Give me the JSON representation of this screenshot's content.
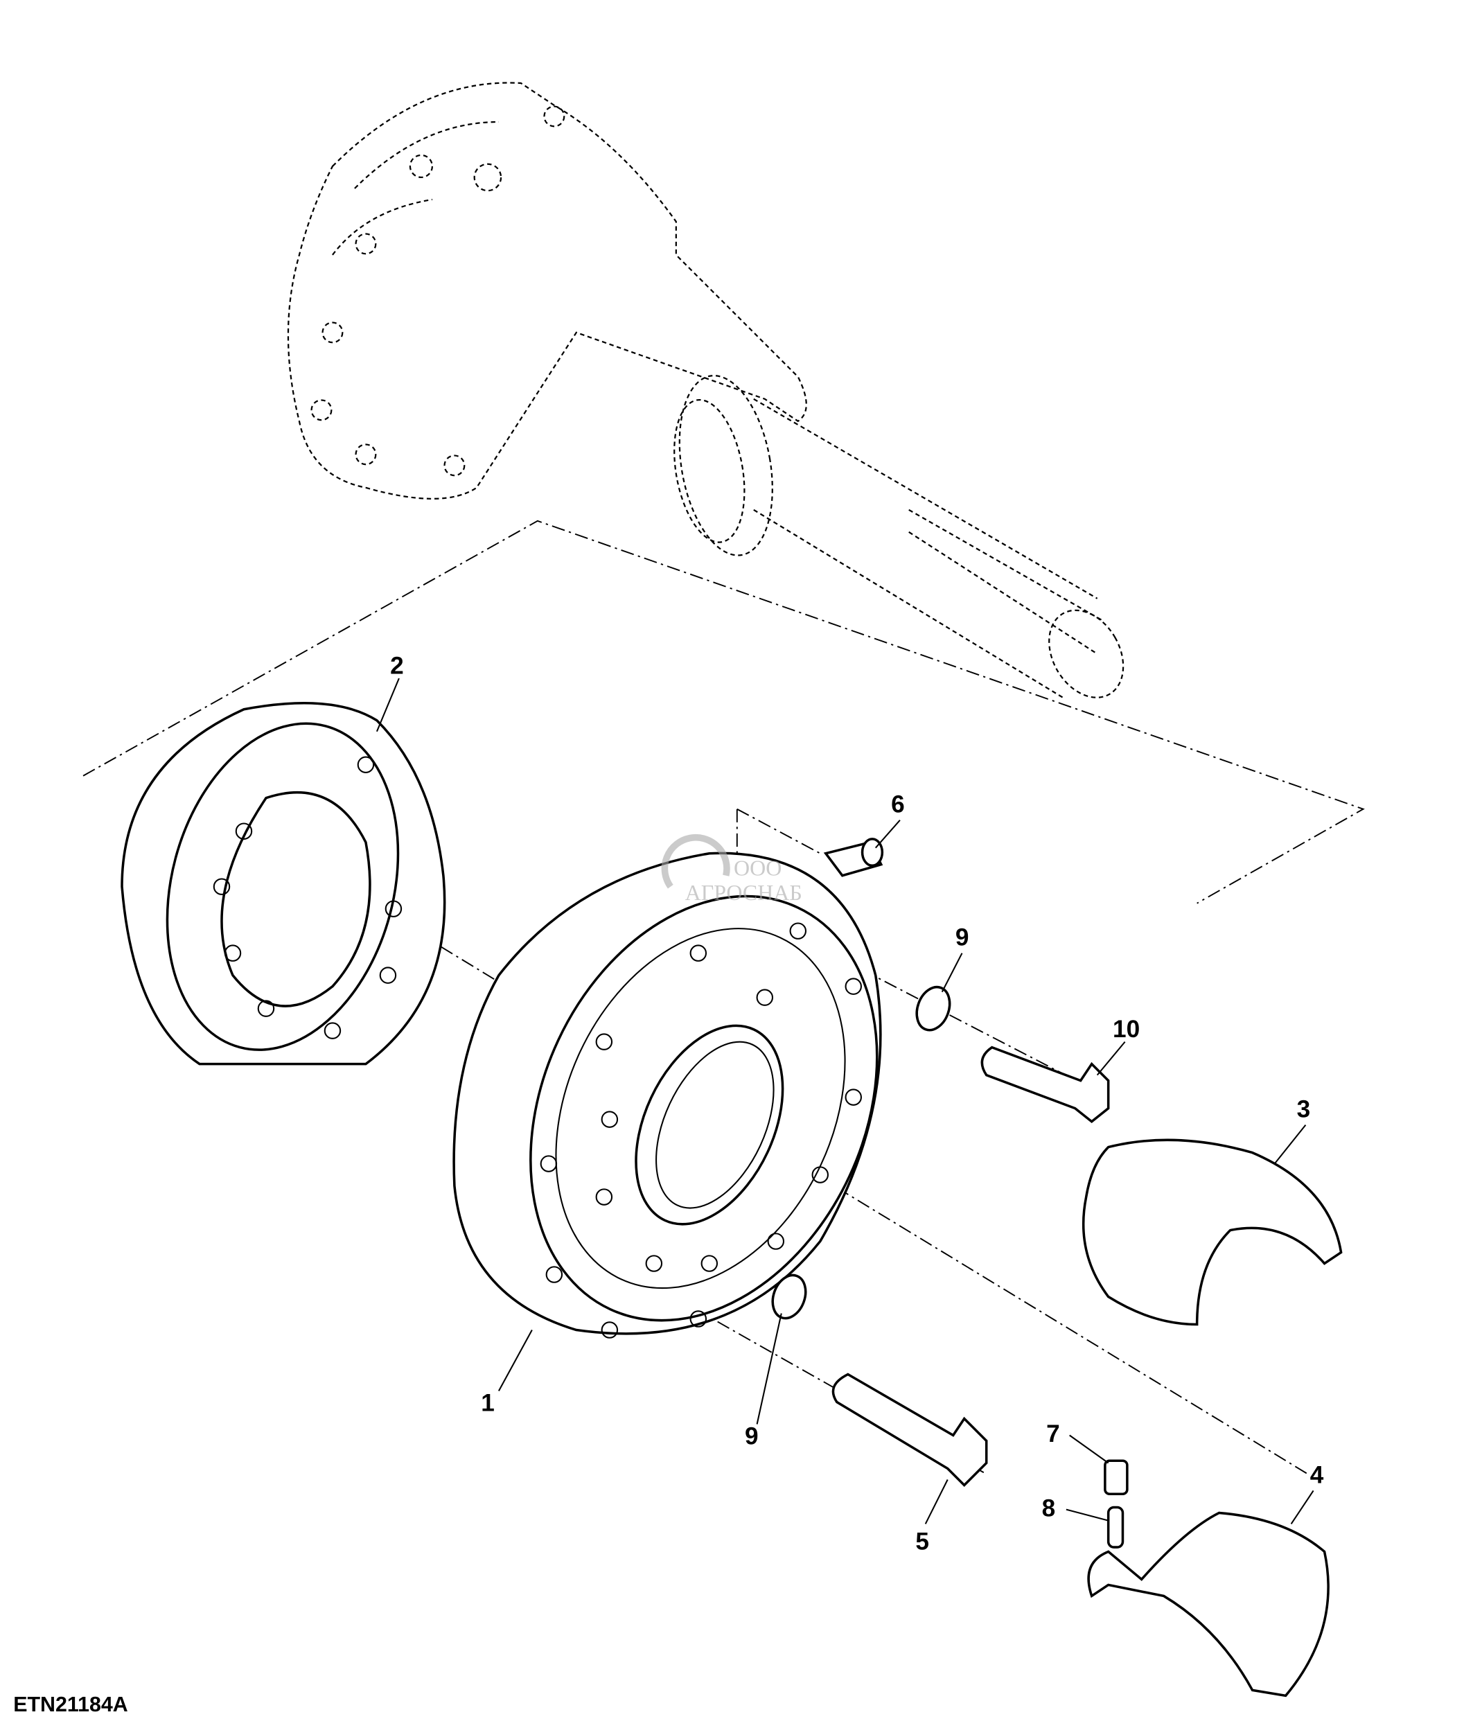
{
  "figure_id": "ETN21184A",
  "watermark": {
    "prefix": "ООО",
    "name": "АГРОСНАБ"
  },
  "callouts": [
    {
      "id": "c1",
      "label": "1"
    },
    {
      "id": "c2",
      "label": "2"
    },
    {
      "id": "c3",
      "label": "3"
    },
    {
      "id": "c4",
      "label": "4"
    },
    {
      "id": "c5",
      "label": "5"
    },
    {
      "id": "c6",
      "label": "6"
    },
    {
      "id": "c7",
      "label": "7"
    },
    {
      "id": "c8",
      "label": "8"
    },
    {
      "id": "c9a",
      "label": "9"
    },
    {
      "id": "c9b",
      "label": "9"
    },
    {
      "id": "c10",
      "label": "10"
    }
  ]
}
